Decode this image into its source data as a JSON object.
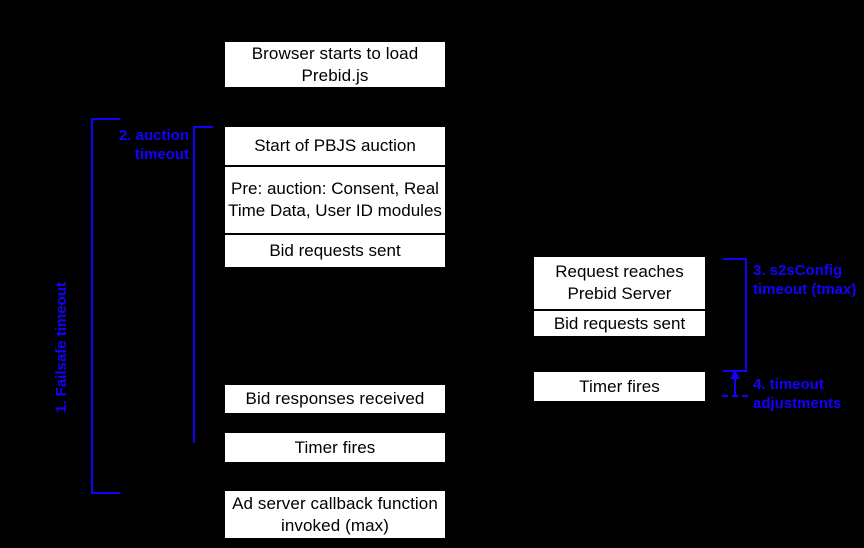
{
  "diagram": {
    "title": "Prebid.js timeout sequence diagram",
    "background_color": "#000000",
    "box_color": "#ffffff",
    "box_text_color": "#000000",
    "annotation_color": "#1500ff"
  },
  "client_column": {
    "browser_box": "Browser starts to load Prebid.js",
    "auction_stack": [
      "Start of PBJS auction",
      "Pre: auction: Consent, Real Time Data, User ID modules",
      "Bid requests sent"
    ],
    "bid_responses_box": "Bid responses received",
    "timer_fires_box": "Timer fires",
    "ad_server_box": "Ad server callback function invoked (max)"
  },
  "server_column": {
    "server_stack": [
      "Request reaches Prebid Server",
      "Bid requests sent"
    ],
    "timer_fires_box": "Timer fires"
  },
  "annotations": {
    "failsafe": "1. Failsafe timeout",
    "auction": "2. auction\ntimeout",
    "s2sconfig": "3. s2sConfig\ntimeout (tmax)",
    "adjustments": "4. timeout\nadjustments"
  }
}
